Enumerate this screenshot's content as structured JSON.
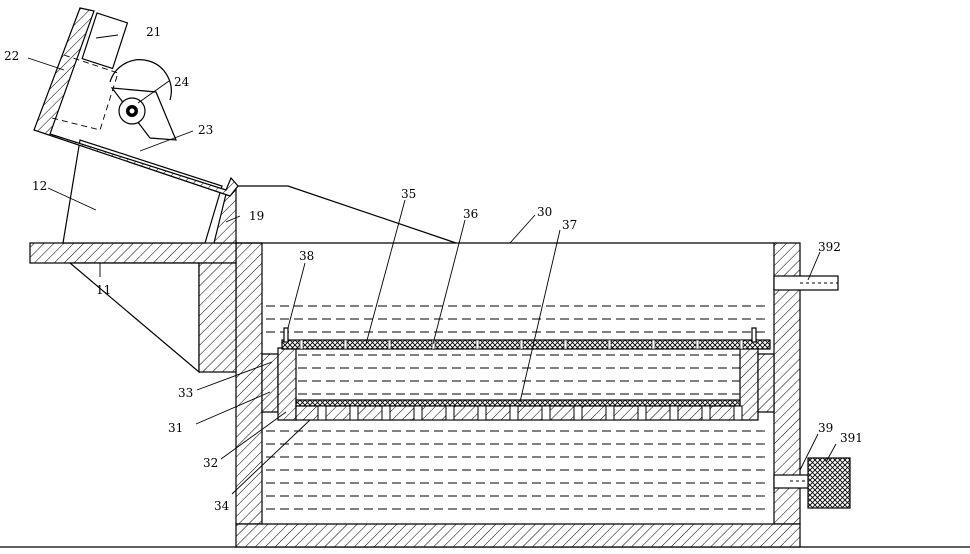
{
  "labels": {
    "l21": "21",
    "l22": "22",
    "l24": "24",
    "l23": "23",
    "l12": "12",
    "l19": "19",
    "l35": "35",
    "l36": "36",
    "l30": "30",
    "l37": "37",
    "l392": "392",
    "l38": "38",
    "l11": "11",
    "l33": "33",
    "l31": "31",
    "l32": "32",
    "l34": "34",
    "l39": "39",
    "l391": "391"
  }
}
